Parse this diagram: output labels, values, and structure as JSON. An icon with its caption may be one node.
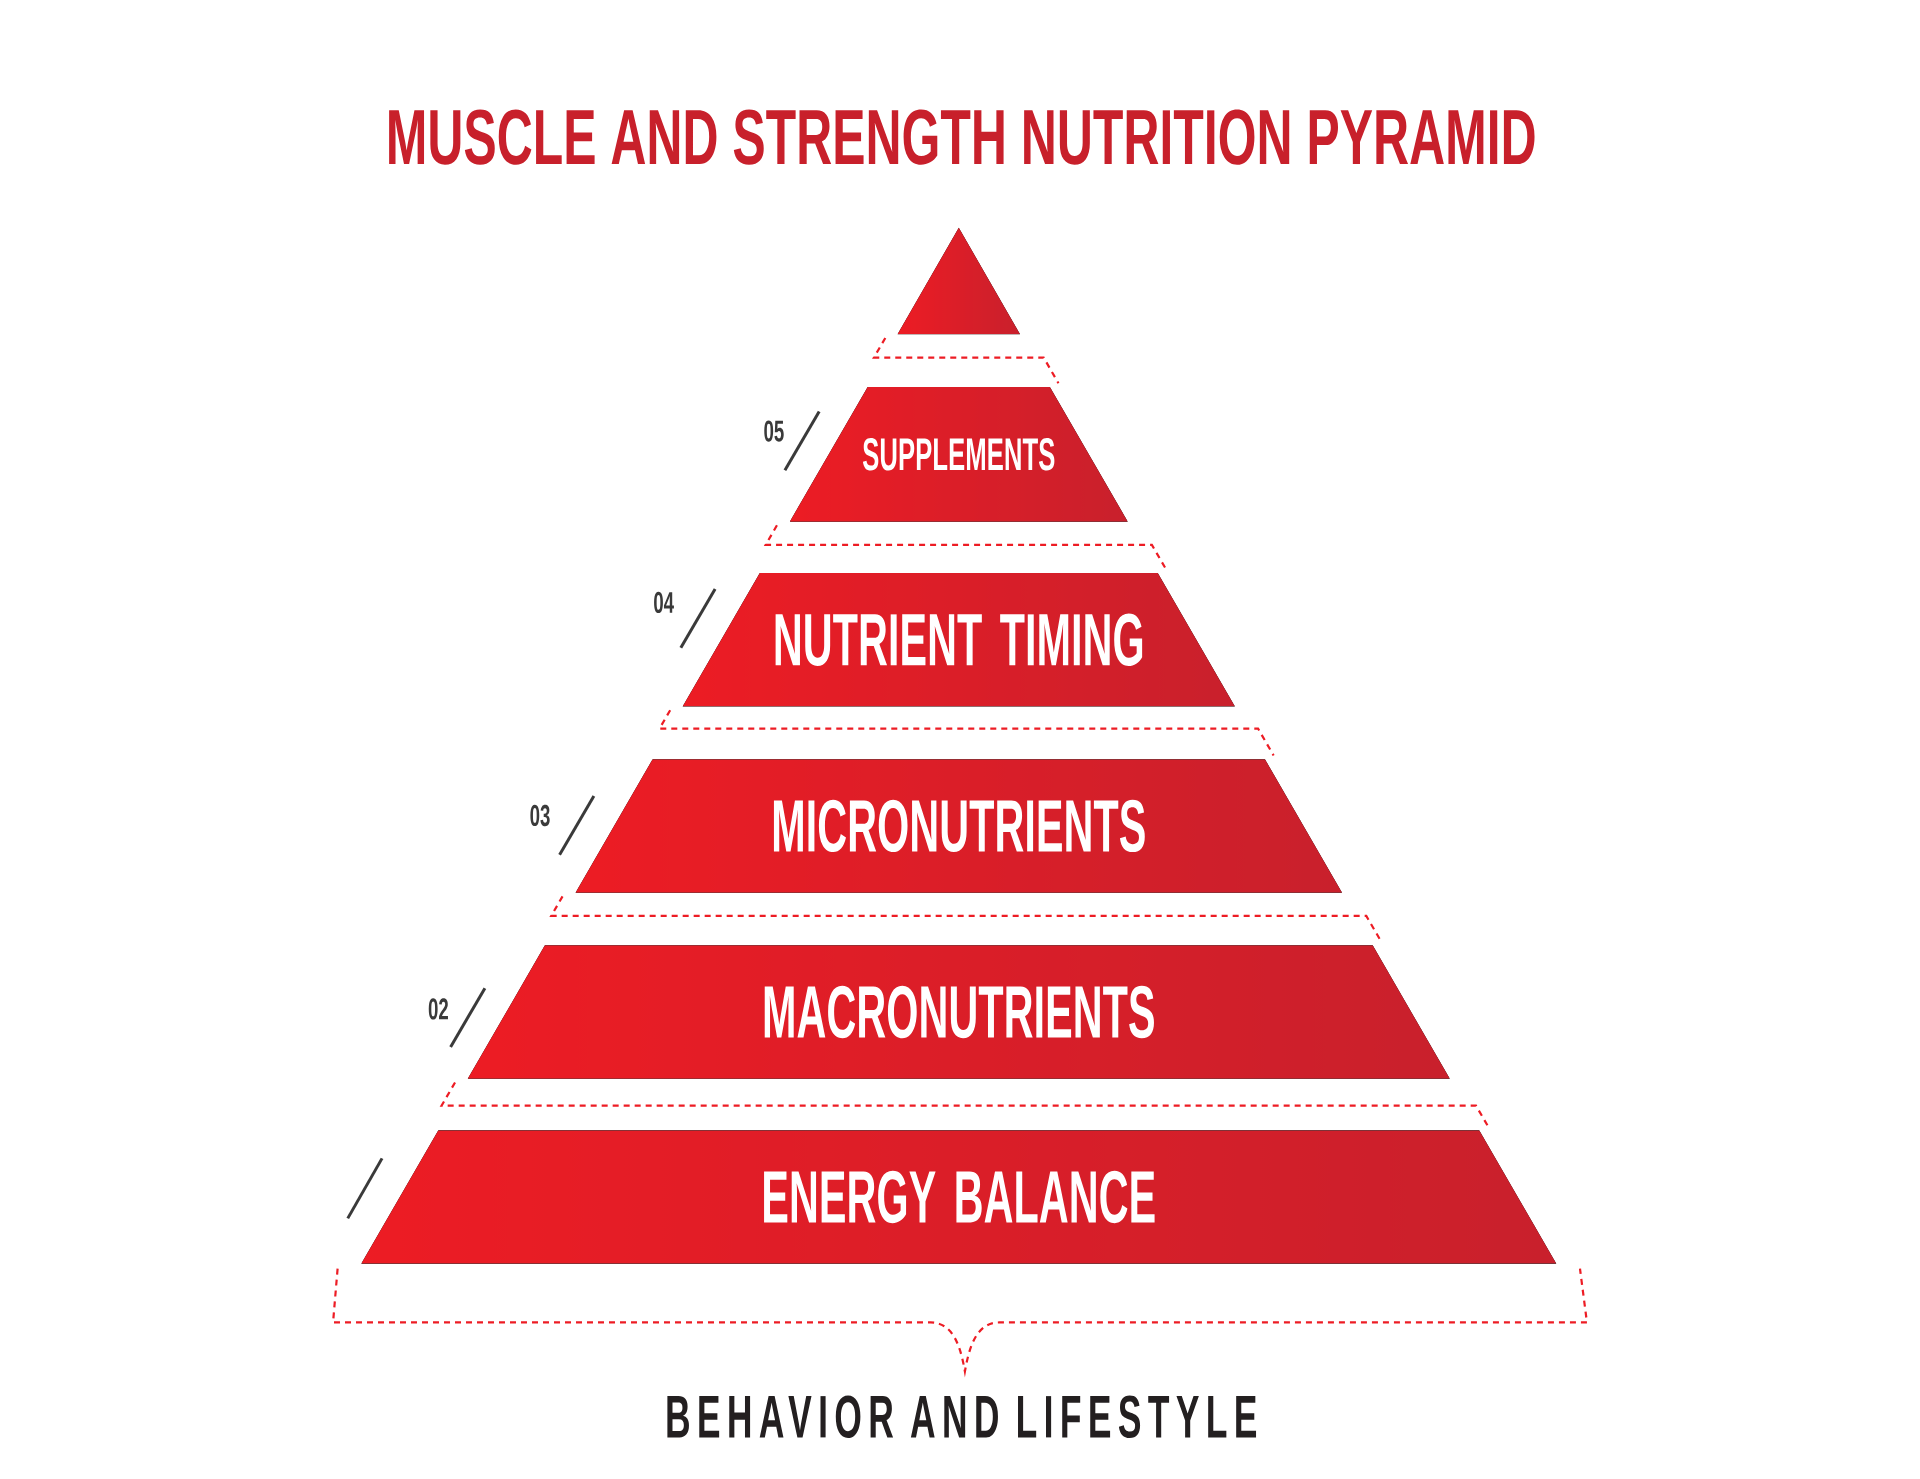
{
  "diagram": {
    "title": "MUSCLE AND STRENGTH NUTRITION PYRAMID",
    "nodes": [
      {
        "text": [],
        "shape": "triangle"
      },
      {
        "text": [
          "SUPPLEMENTS"
        ]
      },
      {
        "text": [
          "NUTRIENT TIMING"
        ]
      },
      {
        "text": [
          "MICRONUTRIENTS"
        ]
      },
      {
        "text": [
          "MACRONUTRIENTS"
        ]
      },
      {
        "text": [
          "ENERGY BALANCE"
        ]
      }
    ],
    "labels": [
      "05",
      "04",
      "03",
      "02",
      "BEHAVIOR AND LIFESTYLE"
    ]
  }
}
